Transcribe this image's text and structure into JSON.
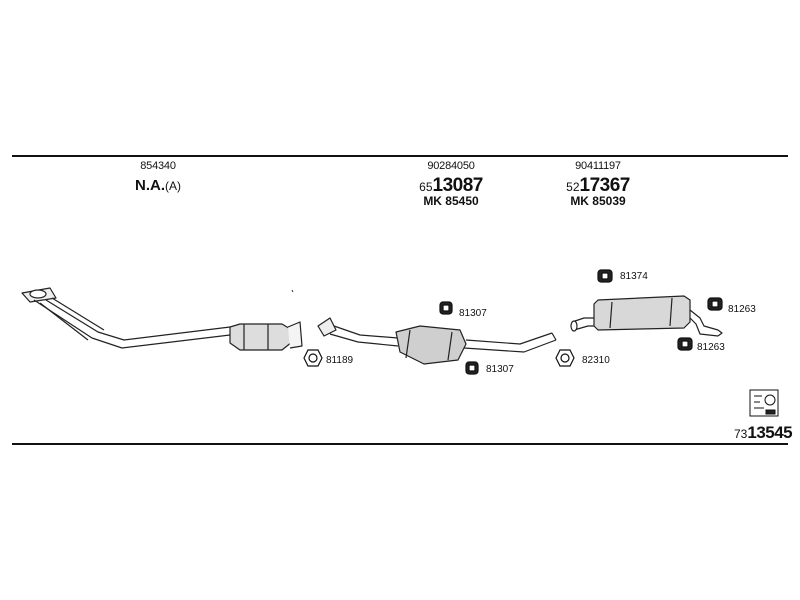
{
  "columns": [
    {
      "id": "col1",
      "top": "854340",
      "main_prefix": "N.A.",
      "main_suffix": "(A)",
      "mk": ""
    },
    {
      "id": "col2",
      "top": "90284050",
      "main_prefix": "65",
      "main_suffix": "13087",
      "mk": "MK 85450"
    },
    {
      "id": "col3",
      "top": "90411197",
      "main_prefix": "52",
      "main_suffix": "17367",
      "mk": "MK 85039"
    }
  ],
  "parts": {
    "clamp_81189": "81189",
    "rubber_81307_top": "81307",
    "rubber_81307_bottom": "81307",
    "rubber_81374": "81374",
    "clamp_82310": "82310",
    "rubber_81263_top": "81263",
    "rubber_81263_bottom": "81263"
  },
  "footer": {
    "prefix": "73",
    "number": "13545"
  },
  "icons": [
    "rubber-mount-icon",
    "pipe-clamp-icon",
    "catalog-code-icon"
  ]
}
